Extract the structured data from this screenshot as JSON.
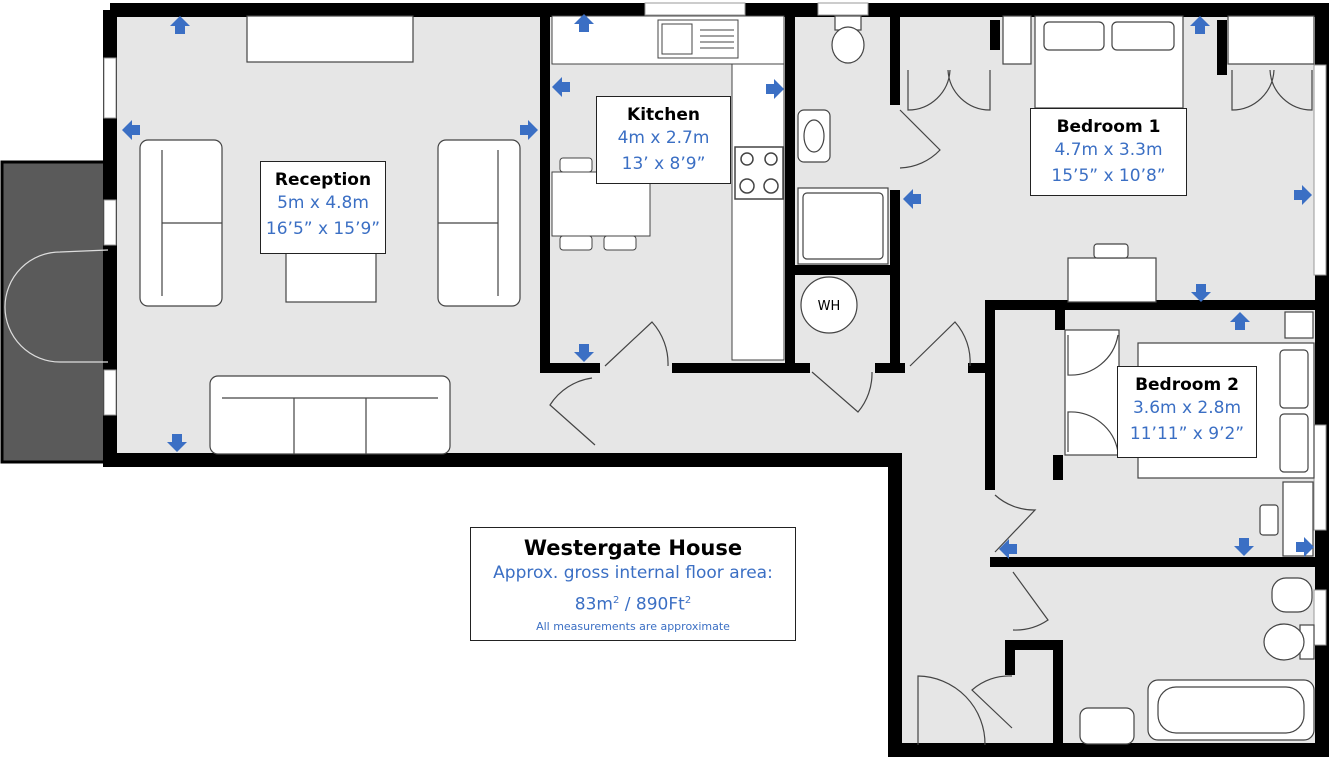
{
  "plan": {
    "property_name": "Westergate House",
    "area_label": "Approx. gross internal floor area:",
    "area_value_m": "83m",
    "area_value_ft": "890Ft",
    "area_sep": " / ",
    "sup_2": "2",
    "disclaimer": "All measurements are approximate",
    "water_heater_label": "WH"
  },
  "rooms": {
    "reception": {
      "name": "Reception",
      "metric": "5m x 4.8m",
      "imperial": "16’5” x 15’9”"
    },
    "kitchen": {
      "name": "Kitchen",
      "metric": "4m x 2.7m",
      "imperial": "13’ x 8’9”"
    },
    "bedroom1": {
      "name": "Bedroom 1",
      "metric": "4.7m x 3.3m",
      "imperial": "15’5” x 10’8”"
    },
    "bedroom2": {
      "name": "Bedroom 2",
      "metric": "3.6m x 2.8m",
      "imperial": "11’11” x 9’2”"
    }
  },
  "colors": {
    "floor": "#e6e6e6",
    "wall": "#000000",
    "balcony": "#5a5a5a",
    "arrow": "#3b6fc4",
    "text_dim": "#3b6fc4"
  }
}
